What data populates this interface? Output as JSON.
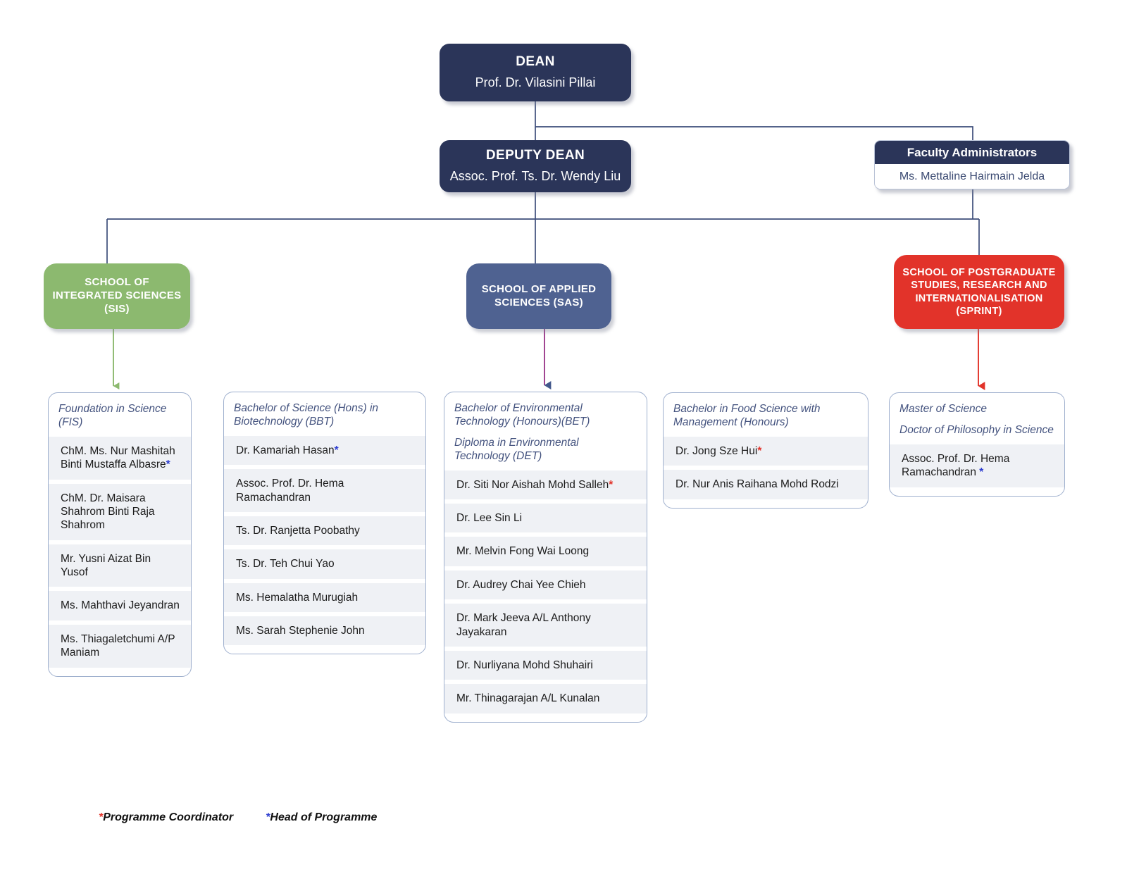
{
  "legend": {
    "coordinator_marker": "*",
    "coordinator_label": "Programme Coordinator",
    "head_marker": "*",
    "head_label": "Head of Programme"
  },
  "colors": {
    "navy": "#2b3559",
    "green": "#8cb96f",
    "blue": "#4f6291",
    "red": "#e2332a",
    "row_band": "#eff1f5",
    "card_border": "#9fb0ce",
    "heading_text": "#43527e",
    "asterisk_red": "#e2332a",
    "asterisk_blue": "#2f3fd0"
  },
  "executives": {
    "dean": {
      "title": "DEAN",
      "name": "Prof. Dr. Vilasini Pillai"
    },
    "deputy_dean": {
      "title": "DEPUTY DEAN",
      "name": "Assoc. Prof. Ts. Dr. Wendy Liu"
    },
    "faculty_administrators": {
      "title": "Faculty Administrators",
      "name": "Ms. Mettaline Hairmain Jelda"
    }
  },
  "schools": {
    "sis": "SCHOOL OF INTEGRATED SCIENCES (SIS)",
    "sas": "SCHOOL OF APPLIED SCIENCES (SAS)",
    "sprint": "SCHOOL OF POSTGRADUATE STUDIES, RESEARCH AND INTERNATIONALISATION (SPRINT)"
  },
  "programmes": [
    {
      "id": "fis",
      "headings": [
        "Foundation in Science (FIS)"
      ],
      "staff": [
        {
          "name": "ChM. Ms. Nur Mashitah Binti Mustaffa Albasre",
          "marker": "*",
          "marker_type": "head"
        },
        {
          "name": "ChM. Dr. Maisara Shahrom Binti Raja Shahrom",
          "marker": "",
          "marker_type": ""
        },
        {
          "name": "Mr. Yusni Aizat Bin Yusof",
          "marker": "",
          "marker_type": ""
        },
        {
          "name": "Ms. Mahthavi Jeyandran",
          "marker": "",
          "marker_type": ""
        },
        {
          "name": "Ms. Thiagaletchumi A/P Maniam",
          "marker": "",
          "marker_type": ""
        }
      ]
    },
    {
      "id": "bbt",
      "headings": [
        "Bachelor of Science (Hons) in Biotechnology (BBT)"
      ],
      "staff": [
        {
          "name": "Dr. Kamariah Hasan",
          "marker": "*",
          "marker_type": "head"
        },
        {
          "name": "Assoc. Prof. Dr. Hema Ramachandran",
          "marker": "",
          "marker_type": ""
        },
        {
          "name": "Ts. Dr. Ranjetta Poobathy",
          "marker": "",
          "marker_type": ""
        },
        {
          "name": "Ts. Dr. Teh Chui Yao",
          "marker": "",
          "marker_type": ""
        },
        {
          "name": "Ms. Hemalatha Murugiah",
          "marker": "",
          "marker_type": ""
        },
        {
          "name": "Ms. Sarah Stephenie John",
          "marker": "",
          "marker_type": ""
        }
      ]
    },
    {
      "id": "bet",
      "headings": [
        "Bachelor of Environmental Technology (Honours)(BET)",
        "Diploma in Environmental Technology (DET)"
      ],
      "staff": [
        {
          "name": "Dr. Siti Nor Aishah Mohd Salleh",
          "marker": "*",
          "marker_type": "coordinator"
        },
        {
          "name": "Dr. Lee Sin Li",
          "marker": "",
          "marker_type": ""
        },
        {
          "name": "Mr. Melvin Fong Wai Loong",
          "marker": "",
          "marker_type": ""
        },
        {
          "name": "Dr. Audrey Chai Yee Chieh",
          "marker": "",
          "marker_type": ""
        },
        {
          "name": "Dr. Mark Jeeva A/L Anthony Jayakaran",
          "marker": "",
          "marker_type": ""
        },
        {
          "name": "Dr. Nurliyana Mohd Shuhairi",
          "marker": "",
          "marker_type": ""
        },
        {
          "name": "Mr. Thinagarajan A/L Kunalan",
          "marker": "",
          "marker_type": ""
        }
      ]
    },
    {
      "id": "food",
      "headings": [
        "Bachelor in Food Science with Management (Honours)"
      ],
      "staff": [
        {
          "name": "Dr. Jong Sze Hui",
          "marker": "*",
          "marker_type": "coordinator"
        },
        {
          "name": "Dr. Nur Anis Raihana Mohd Rodzi",
          "marker": "",
          "marker_type": ""
        }
      ]
    },
    {
      "id": "pg",
      "headings": [
        "Master of Science",
        "Doctor of Philosophy in Science"
      ],
      "staff": [
        {
          "name": "Assoc. Prof. Dr. Hema Ramachandran ",
          "marker": "*",
          "marker_type": "head"
        }
      ]
    }
  ]
}
